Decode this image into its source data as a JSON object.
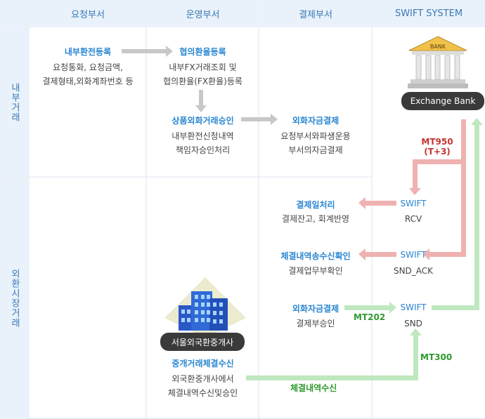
{
  "headers": {
    "request": "요청부서",
    "operation": "운영부서",
    "settlement": "결제부서",
    "swift": "SWIFT SYSTEM"
  },
  "rows": {
    "internal": "내부거래",
    "external": "외환시장거래"
  },
  "nodes": {
    "internal_fx_reg": {
      "title": "내부환전등록",
      "desc1": "요청통화, 요청금액,",
      "desc2": "결제형태,외화계좌번호 등"
    },
    "rate_reg": {
      "title": "협의환율등록",
      "desc1": "내부FX거래조회 및",
      "desc2": "협의환율(FX환율)등록"
    },
    "product_approve": {
      "title": "상품외화거래승인",
      "desc1": "내부환전신청내역",
      "desc2": "책임자승인처리"
    },
    "fx_settle": {
      "title": "외화자금결제",
      "desc1": "요청부서와파생운용",
      "desc2": "부서의자금결제"
    },
    "settle_process": {
      "title": "결제일처리",
      "desc1": "결제잔고, 회계반영"
    },
    "confirm_recv": {
      "title": "체결내역송수신확인",
      "desc1": "결제업무부확인"
    },
    "fx_settle2": {
      "title": "외화자금결제",
      "desc1": "결제부승인"
    },
    "broker_recv": {
      "title": "중개거래체결수신",
      "desc1": "외국환중개사에서",
      "desc2": "체결내역수신및승인"
    }
  },
  "swift_nodes": {
    "rcv": {
      "title": "SWIFT",
      "sub": "RCV"
    },
    "snd_ack": {
      "title": "SWIFT",
      "sub": "SND_ACK"
    },
    "snd": {
      "title": "SWIFT",
      "sub": "SND"
    }
  },
  "badges": {
    "exchange_bank": "Exchange Bank",
    "broker": "서울외국환중개사",
    "bank_sign": "BANK"
  },
  "flow_labels": {
    "mt950": "MT950",
    "t3": "(T+3)",
    "mt202": "MT202",
    "mt300": "MT300",
    "confirm_detail": "체결내역수신"
  },
  "colors": {
    "header_bg": "#e9f2fa",
    "header_text": "#3a78b5",
    "title_blue": "#2a86d1",
    "arrow_gray": "#c8c8c8",
    "arrow_red": "#f0b1b1",
    "arrow_green": "#bfe8bf"
  }
}
